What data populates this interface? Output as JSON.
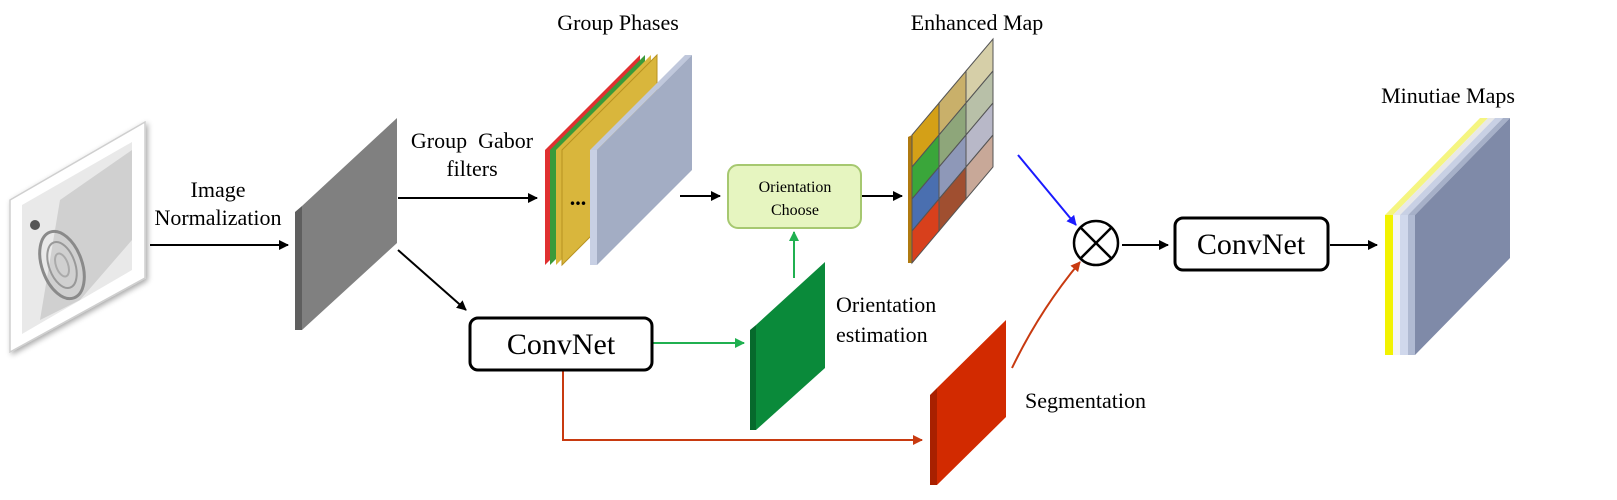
{
  "labels": {
    "image_normalization_line1": "Image",
    "image_normalization_line2": "Normalization",
    "group_gabor_line1": "Group  Gabor",
    "group_gabor_line2": "filters",
    "group_phases": "Group Phases",
    "ellipsis": "...",
    "orientation_choose_line1": "Orientation",
    "orientation_choose_line2": "Choose",
    "enhanced_map": "Enhanced Map",
    "convnet_lower": "ConvNet",
    "convnet_right": "ConvNet",
    "orientation_estimation_line1": "Orientation",
    "orientation_estimation_line2": "estimation",
    "segmentation": "Segmentation",
    "minutiae_maps": "Minutiae Maps"
  },
  "colors": {
    "normalized_block": "#808080",
    "phase_blue": "#a3adc4",
    "phase_yellow": "#d9b63c",
    "phase_green": "#3a9a3a",
    "phase_red": "#e03030",
    "orientation_block": "#0a8a3a",
    "segmentation_block": "#d22a00",
    "arrow_black": "#000000",
    "arrow_green": "#20b050",
    "arrow_red": "#c83a10",
    "arrow_blue": "#1a1aff",
    "choose_fill": "#e6f5c0",
    "choose_border": "#a6c870",
    "minutiae_main": "#7f8aa8",
    "minutiae_yellow": "#f2f200"
  },
  "enhanced_grid": [
    [
      "#d4a017",
      "#c9b06a",
      "#d6cfa8"
    ],
    [
      "#3aa63a",
      "#8ea67a",
      "#b8c0a8"
    ],
    [
      "#4a6fb0",
      "#8e98b8",
      "#b8b8c8"
    ],
    [
      "#d8401c",
      "#a04f30",
      "#c8a898"
    ]
  ]
}
